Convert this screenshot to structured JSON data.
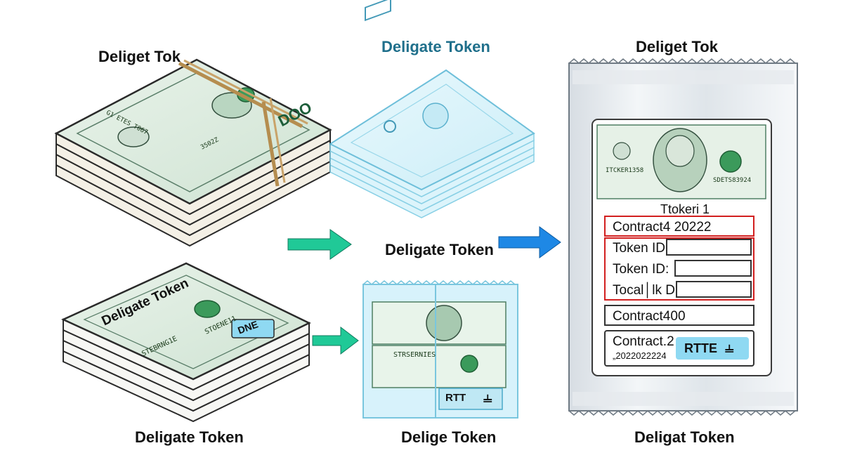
{
  "labels": {
    "top_left": "Deliget Tok",
    "top_middle": "Deligate Token",
    "top_right": "Deliget Tok",
    "middle_center": "Deligate Token",
    "bottom_left": "Deligate Token",
    "bottom_middle": "Delige Token",
    "bottom_right": "Deligat Token"
  },
  "colors": {
    "arrow_green": "#20c997",
    "arrow_blue": "#1e88e5",
    "field_red": "#d21f1f",
    "chip_blue": "#8fd9f2",
    "label_teal": "#1f6f8b"
  },
  "stack_cash": {
    "bill_text_1": "G1 ETES T067",
    "bill_text_2": "3502Z",
    "bill_value": "DOO"
  },
  "stack_cards": {
    "card_title": "Deligate Token",
    "card_text_1": "STOENE11",
    "card_text_2": "STEBRNG1E",
    "chip_text": "DNE"
  },
  "packet_small": {
    "bill_text": "STRSERNIES",
    "chip_text": "RTT"
  },
  "packet_large": {
    "bill_text_1": "ITCKER1358",
    "bill_text_2": "SDETS83924",
    "heading": "Ttokeri 1",
    "field_1": "Contract4   20222",
    "field_2_label": "Token ID:",
    "field_3_label": "Token ID:",
    "field_4_label": "Tocal│lk  D:",
    "field_5": "Contract400",
    "field_6_line1": "Contract.2",
    "field_6_line2": "„2022022224",
    "chip_text": "RTTE"
  },
  "icons": [
    "right-arrow-icon",
    "globe-icon",
    "logo-icon",
    "portrait-icon",
    "seal-icon"
  ]
}
